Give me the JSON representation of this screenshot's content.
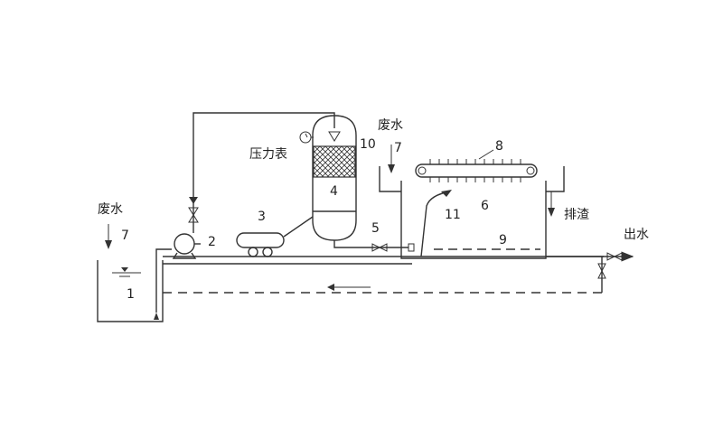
{
  "labels": {
    "waste_water_left": "废水",
    "waste_water_top": "废水",
    "pressure_gauge": "压力表",
    "slag_discharge": "排渣",
    "outlet": "出水"
  },
  "numbers": {
    "n1": "1",
    "n2": "2",
    "n3": "3",
    "n4": "4",
    "n5": "5",
    "n6": "6",
    "n7_left": "7",
    "n7_top": "7",
    "n8": "8",
    "n9": "9",
    "n10": "10",
    "n11": "11"
  }
}
